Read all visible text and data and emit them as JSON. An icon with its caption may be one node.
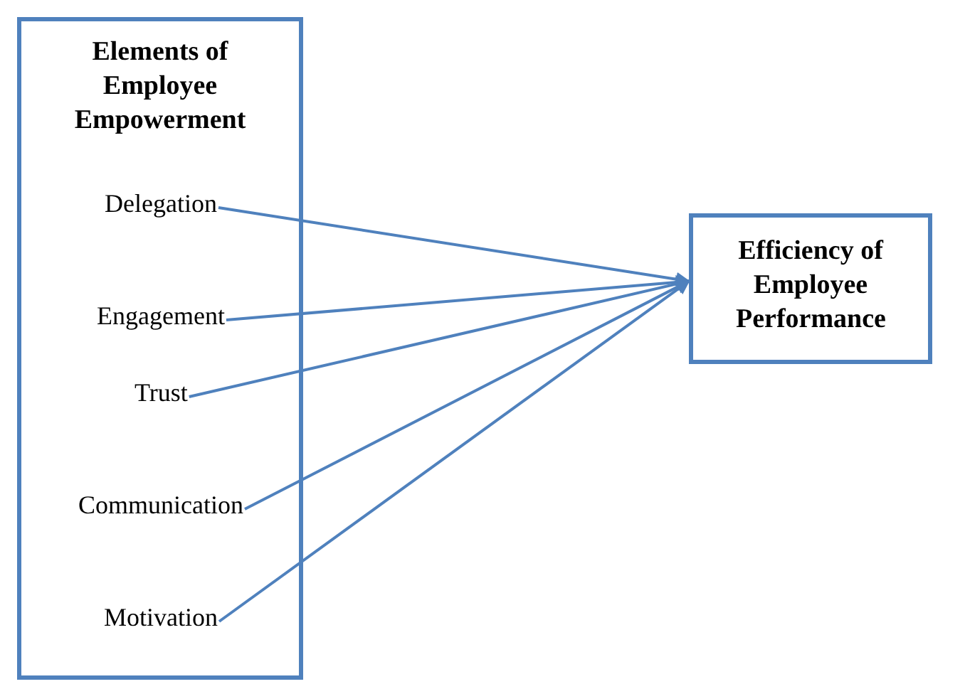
{
  "diagram": {
    "nodes": [
      {
        "text": [
          "Elements of Employee Empowerment"
        ]
      },
      {
        "text": [
          "Delegation"
        ],
        "in": 0
      },
      {
        "text": [
          "Engagement"
        ],
        "in": 0
      },
      {
        "text": [
          "Trust"
        ],
        "in": 0
      },
      {
        "text": [
          "Communication"
        ],
        "in": 0
      },
      {
        "text": [
          "Motivation"
        ],
        "in": 0
      },
      {
        "text": [
          "Efficiency of Employee Performance"
        ]
      }
    ],
    "edges": [
      {
        "from": 1,
        "to": 6,
        "arrow": "to"
      },
      {
        "from": 2,
        "to": 6,
        "arrow": "to"
      },
      {
        "from": 3,
        "to": 6,
        "arrow": "to"
      },
      {
        "from": 4,
        "to": 6,
        "arrow": "to"
      },
      {
        "from": 5,
        "to": 6,
        "arrow": "to"
      }
    ]
  }
}
